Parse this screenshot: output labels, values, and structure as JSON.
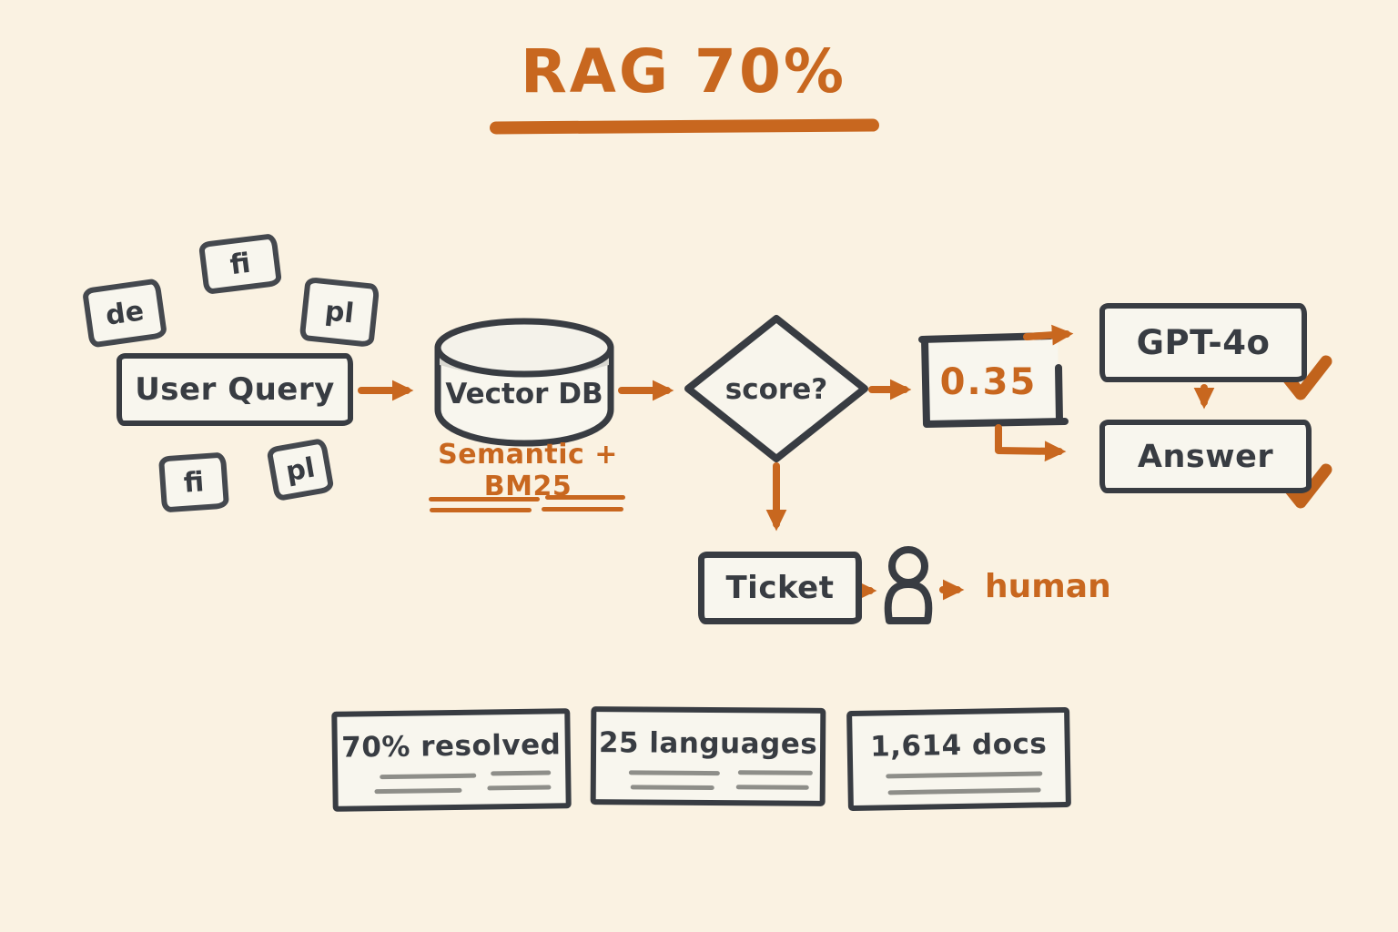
{
  "title": "RAG 70%",
  "language_tags": [
    {
      "label": "fi"
    },
    {
      "label": "de"
    },
    {
      "label": "pl"
    },
    {
      "label": "fi"
    },
    {
      "label": "pl"
    }
  ],
  "flow": {
    "user_query": "User Query",
    "vector_db": "Vector DB",
    "retrieval_method": "Semantic + BM25",
    "decision": "score?",
    "threshold": "0.35",
    "model": "GPT-4o",
    "answer": "Answer",
    "ticket": "Ticket",
    "human": "human"
  },
  "stats": [
    {
      "label": "70% resolved"
    },
    {
      "label": "25 languages"
    },
    {
      "label": "1,614 docs"
    }
  ],
  "icons": {
    "person": "person-icon",
    "checkmark": "check-icon",
    "database": "database-cylinder-icon"
  },
  "colors": {
    "background": "#faf2e2",
    "ink": "#383c42",
    "accent": "#c8671f",
    "box_fill": "#f8f6ee",
    "placeholder_gray": "#8e8e89"
  }
}
